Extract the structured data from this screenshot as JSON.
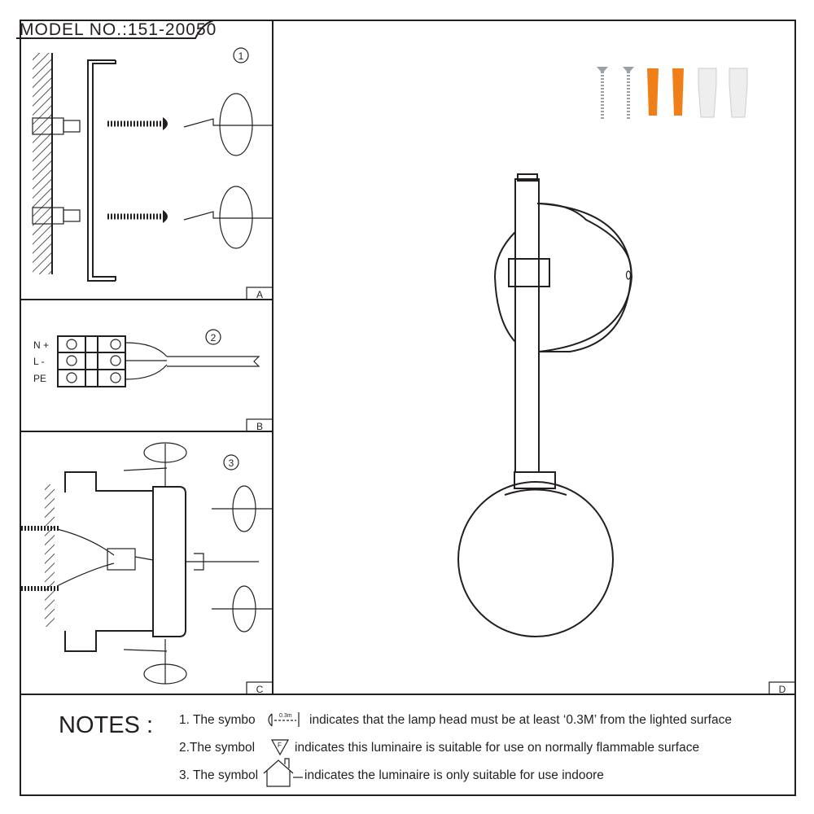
{
  "header": {
    "model_label": "MODEL NO.:151-20050"
  },
  "panels": {
    "a": {
      "label": "A",
      "step": "1"
    },
    "b": {
      "label": "B",
      "step": "2",
      "terminals": [
        "N +",
        "L -",
        "PE"
      ]
    },
    "c": {
      "label": "C",
      "step": "3"
    },
    "d": {
      "label": "D"
    }
  },
  "notes": {
    "title": "NOTES :",
    "items": [
      {
        "prefix": "1. The symbo",
        "symbol_text": "0.3m",
        "text": "indicates that the lamp head must be at least ‘0.3M’ from the lighted surface"
      },
      {
        "prefix": "2.The symbol",
        "symbol_text": "F",
        "text": "indicates this luminaire is suitable for use on normally flammable surface"
      },
      {
        "prefix": "3. The symbol",
        "text": "indicates the luminaire is only suitable for use indoore"
      }
    ]
  },
  "colors": {
    "line": "#231f20",
    "anchor": "#f07f1a",
    "screw": "#9aa0a6",
    "connector": "#eeeeee"
  }
}
